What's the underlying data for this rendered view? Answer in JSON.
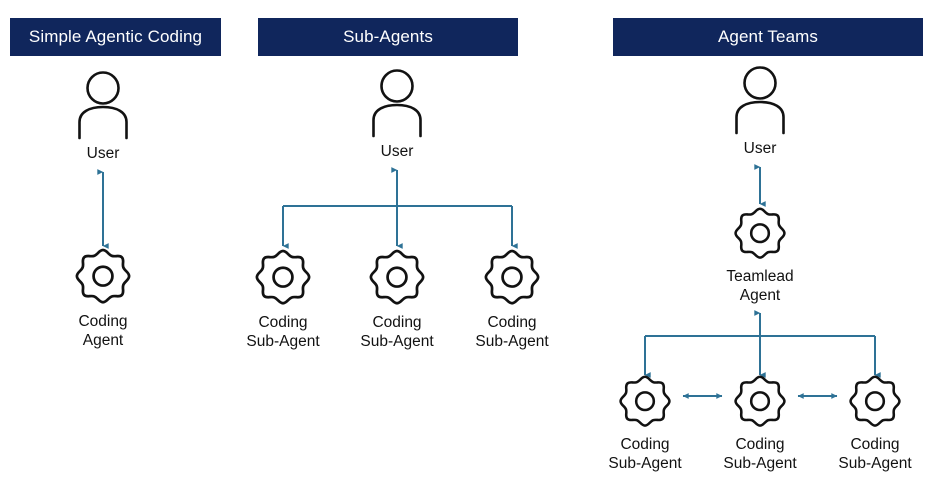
{
  "diagram": {
    "title_row": [
      {
        "id": "simple",
        "label": "Simple Agentic Coding"
      },
      {
        "id": "sub-agents",
        "label": "Sub-Agents"
      },
      {
        "id": "agent-teams",
        "label": "Agent Teams"
      }
    ],
    "colors": {
      "banner_background": "#10265C",
      "banner_text": "#FFFFFF",
      "arrow": "#2E7296",
      "icon_outline": "#121212",
      "page_background": "#FFFFFF"
    },
    "panels": [
      {
        "id": "simple-agentic-coding",
        "title": "Simple Agentic Coding",
        "nodes": [
          {
            "id": "user",
            "icon": "person-icon",
            "label": "User"
          },
          {
            "id": "coding-agent",
            "icon": "gear-icon",
            "label": "Coding\nAgent"
          }
        ],
        "connections": [
          {
            "from": "user",
            "to": "coding-agent",
            "style": "double-headed-vertical"
          }
        ]
      },
      {
        "id": "sub-agents",
        "title": "Sub-Agents",
        "nodes": [
          {
            "id": "user",
            "icon": "person-icon",
            "label": "User"
          },
          {
            "id": "coding-sub-agent-1",
            "icon": "gear-icon",
            "label": "Coding\nSub-Agent"
          },
          {
            "id": "coding-sub-agent-2",
            "icon": "gear-icon",
            "label": "Coding\nSub-Agent"
          },
          {
            "id": "coding-sub-agent-3",
            "icon": "gear-icon",
            "label": "Coding\nSub-Agent"
          }
        ],
        "connections": [
          {
            "from": "user",
            "to": "coding-sub-agent-1",
            "style": "branch-down"
          },
          {
            "from": "user",
            "to": "coding-sub-agent-2",
            "style": "double-headed-vertical"
          },
          {
            "from": "user",
            "to": "coding-sub-agent-3",
            "style": "branch-down"
          }
        ]
      },
      {
        "id": "agent-teams",
        "title": "Agent Teams",
        "nodes": [
          {
            "id": "user",
            "icon": "person-icon",
            "label": "User"
          },
          {
            "id": "teamlead-agent",
            "icon": "gear-icon",
            "label": "Teamlead\nAgent"
          },
          {
            "id": "coding-sub-agent-1",
            "icon": "gear-icon",
            "label": "Coding\nSub-Agent"
          },
          {
            "id": "coding-sub-agent-2",
            "icon": "gear-icon",
            "label": "Coding\nSub-Agent"
          },
          {
            "id": "coding-sub-agent-3",
            "icon": "gear-icon",
            "label": "Coding\nSub-Agent"
          }
        ],
        "connections": [
          {
            "from": "user",
            "to": "teamlead-agent",
            "style": "double-headed-vertical"
          },
          {
            "from": "teamlead-agent",
            "to": "coding-sub-agent-1",
            "style": "branch-down"
          },
          {
            "from": "teamlead-agent",
            "to": "coding-sub-agent-2",
            "style": "double-headed-vertical"
          },
          {
            "from": "teamlead-agent",
            "to": "coding-sub-agent-3",
            "style": "branch-down"
          },
          {
            "from": "coding-sub-agent-1",
            "to": "coding-sub-agent-2",
            "style": "double-headed-horizontal"
          },
          {
            "from": "coding-sub-agent-2",
            "to": "coding-sub-agent-3",
            "style": "double-headed-horizontal"
          }
        ]
      }
    ]
  }
}
